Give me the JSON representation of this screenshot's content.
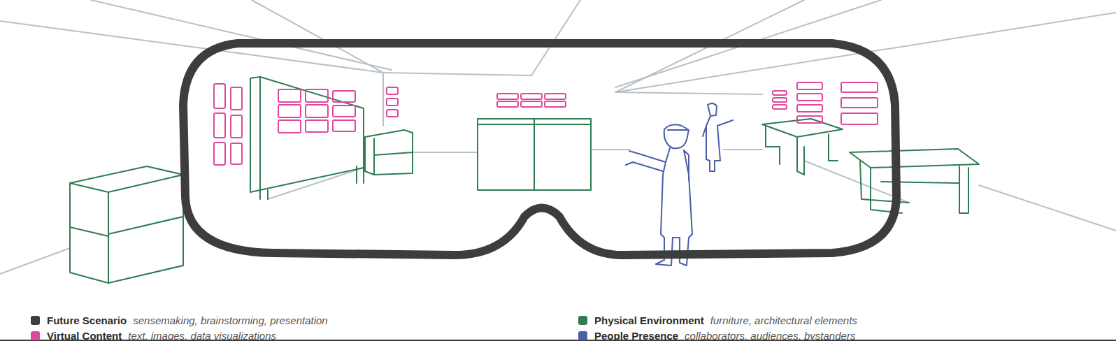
{
  "diagram": {
    "labels": [
      "sensemaking, brainstorming, presentation",
      "text, images, data visualizations",
      "furniture, architectural elements",
      "collaborators, audiences, bystanders"
    ],
    "legend": [
      {
        "text": "Future Scenario",
        "color": "#3d3d3d"
      },
      {
        "text": "Virtual Content",
        "color": "#e0489c"
      },
      {
        "text": "Physical Environment",
        "color": "#2f7d52"
      },
      {
        "text": "People Presence",
        "color": "#4a5fa8"
      }
    ]
  }
}
